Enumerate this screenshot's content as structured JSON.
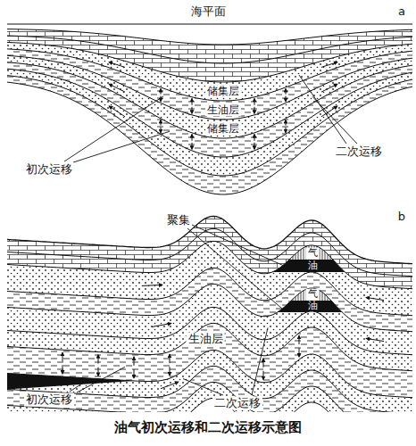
{
  "diagram": {
    "caption": "油气初次运移和二次运移示意图",
    "labels": [
      "海平面",
      "a",
      "储集层",
      "生油层",
      "储集层",
      "初次运移",
      "二次运移",
      "b",
      "聚集",
      "气",
      "油",
      "气",
      "油",
      "生油层",
      "初次运移",
      "二次运移"
    ]
  }
}
